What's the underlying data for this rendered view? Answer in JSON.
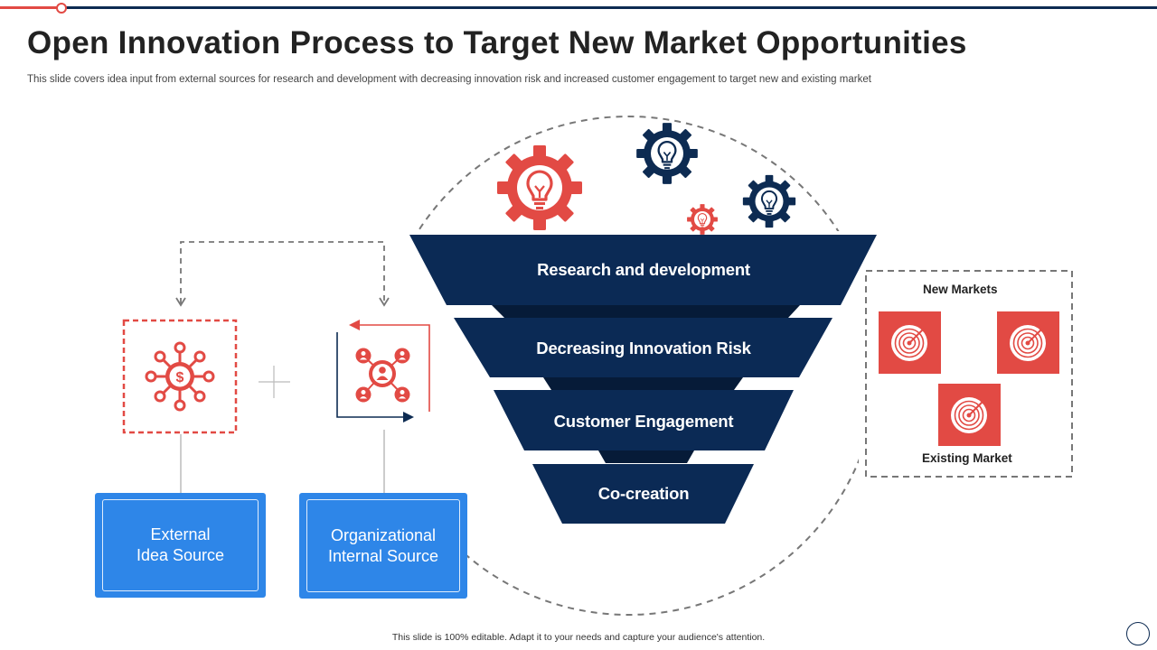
{
  "title": "Open Innovation Process to Target New Market Opportunities",
  "subtitle": "This slide covers idea input from external sources for research and development with decreasing innovation risk and increased customer engagement to target new and existing market",
  "sources": [
    {
      "label": "External\nIdea Source",
      "icon": "dollar-network-icon"
    },
    {
      "label": "Organizational\nInternal Source",
      "icon": "people-network-icon"
    }
  ],
  "funnel": [
    {
      "label": "Research and development"
    },
    {
      "label": "Decreasing Innovation Risk"
    },
    {
      "label": "Customer Engagement"
    },
    {
      "label": "Co-creation"
    }
  ],
  "markets": {
    "new_label": "New Markets",
    "existing_label": "Existing Market",
    "icon": "target-icon"
  },
  "gears": {
    "icon": "lightbulb-gear-icon"
  },
  "footer": "This slide is 100% editable. Adapt it to your needs and capture your audience's attention.",
  "colors": {
    "navy": "#0d2b52",
    "red": "#e24a44",
    "blue": "#2e86e8",
    "funnel": "#0b2a55",
    "funnel_dark": "#061b38"
  }
}
